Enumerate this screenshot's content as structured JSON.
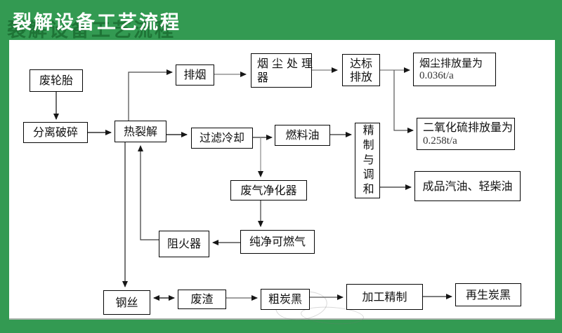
{
  "title": "裂解设备工艺流程",
  "nodes": {
    "waste_tire": {
      "label": "废轮胎"
    },
    "separation_crushing": {
      "label": "分离破碎"
    },
    "pyrolysis": {
      "label": "热裂解"
    },
    "smoke_exhaust": {
      "label": "排烟"
    },
    "dust_processor": {
      "label_line1": "烟尘处理",
      "label_line2": "器"
    },
    "standard_discharge": {
      "label_line1": "达标",
      "label_line2": "排放"
    },
    "dust_emission": {
      "label_line1": "烟尘排放量为",
      "label_line2": "0.036t/a"
    },
    "filter_cooling": {
      "label": "过滤冷却"
    },
    "fuel_oil": {
      "label": "燃料油"
    },
    "refining_blending": {
      "label": "精制与调和"
    },
    "so2_emission": {
      "label_line1": "二氧化硫排放量为",
      "label_line2": "0.258t/a"
    },
    "finished_oils": {
      "label": "成品汽油、轻柴油"
    },
    "gas_purifier": {
      "label": "废气净化器"
    },
    "pure_gas": {
      "label": "纯净可燃气"
    },
    "flame_arrester": {
      "label": "阻火器"
    },
    "steel_wire": {
      "label": "钢丝"
    },
    "waste_residue": {
      "label": "废渣"
    },
    "crude_carbon_black": {
      "label": "粗炭黑"
    },
    "processing_refining": {
      "label": "加工精制"
    },
    "regenerated_carbon_black": {
      "label": "再生炭黑"
    }
  },
  "colors": {
    "background_green": "#339a52",
    "title_shadow_green": "#1e7436",
    "line_dark": "#2e2e2e",
    "line_gray": "#7d7d7d"
  }
}
